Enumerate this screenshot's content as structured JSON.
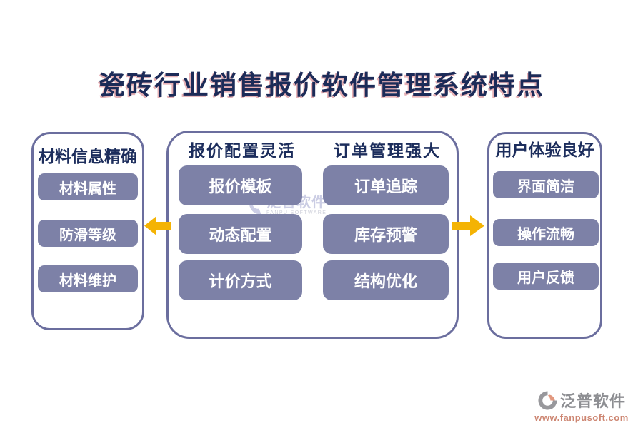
{
  "title": "瓷砖行业销售报价软件管理系统特点",
  "panels": {
    "left": {
      "header": "材料信息精确",
      "items": [
        "材料属性",
        "防滑等级",
        "材料维护"
      ]
    },
    "middle": {
      "columns": [
        {
          "header": "报价配置灵活",
          "items": [
            "报价模板",
            "动态配置",
            "计价方式"
          ]
        },
        {
          "header": "订单管理强大",
          "items": [
            "订单追踪",
            "库存预警",
            "结构优化"
          ]
        }
      ]
    },
    "right": {
      "header": "用户体验良好",
      "items": [
        "界面简洁",
        "操作流畅",
        "用户反馈"
      ]
    }
  },
  "watermark": {
    "brand": "泛普软件",
    "subtitle": "FANPU SOFTWARE"
  },
  "footer": {
    "brand": "泛普软件",
    "url": "www.fanpusoft.com"
  },
  "colors": {
    "title_navy": "#1c2b58",
    "header_navy": "#1c2d5c",
    "pill_fill": "#7d81a7",
    "panel_border": "#6b6e9e",
    "arrow_gold": "#f4b304",
    "footer_gray": "#8d8e92",
    "footer_salmon": "#cd8672",
    "watermark_lavender": "#c9cbe3"
  }
}
